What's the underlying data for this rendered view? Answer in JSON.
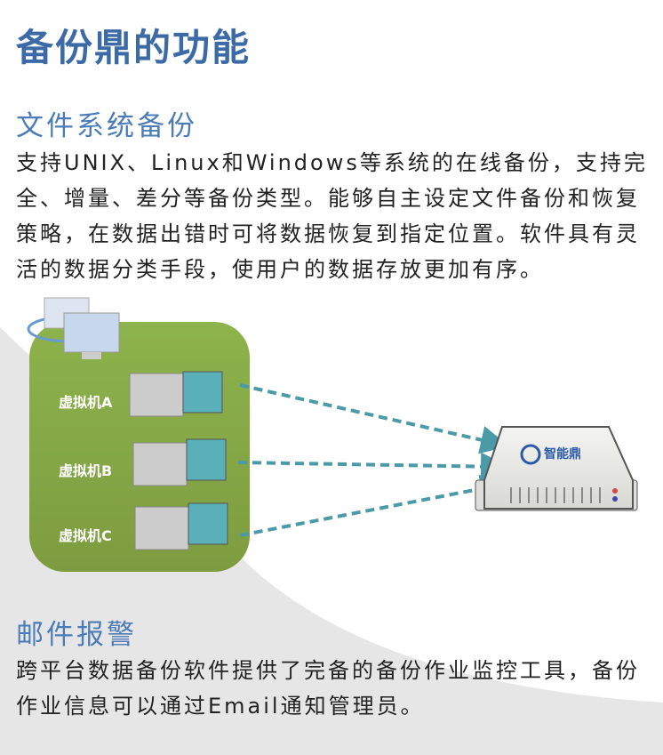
{
  "title": "备份鼎的功能",
  "sections": [
    {
      "heading": "文件系统备份",
      "body": "支持UNIX、Linux和Windows等系统的在线备份，支持完全、增量、差分等备份类型。能够自主设定文件备份和恢复策略，在数据出错时可将数据恢复到指定位置。软件具有灵活的数据分类手段，使用户的数据存放更加有序。"
    },
    {
      "heading": "邮件报警",
      "body": "跨平台数据备份软件提供了完备的备份作业监控工具，备份作业信息可以通过Email通知管理员。"
    }
  ],
  "diagram": {
    "vms": [
      "虚拟机A",
      "虚拟机B",
      "虚拟机C"
    ],
    "server_logo": "智能鼎",
    "colors": {
      "group": "#86aa45",
      "arrow": "#4a9aa8",
      "heading": "#3b6aa6"
    }
  }
}
